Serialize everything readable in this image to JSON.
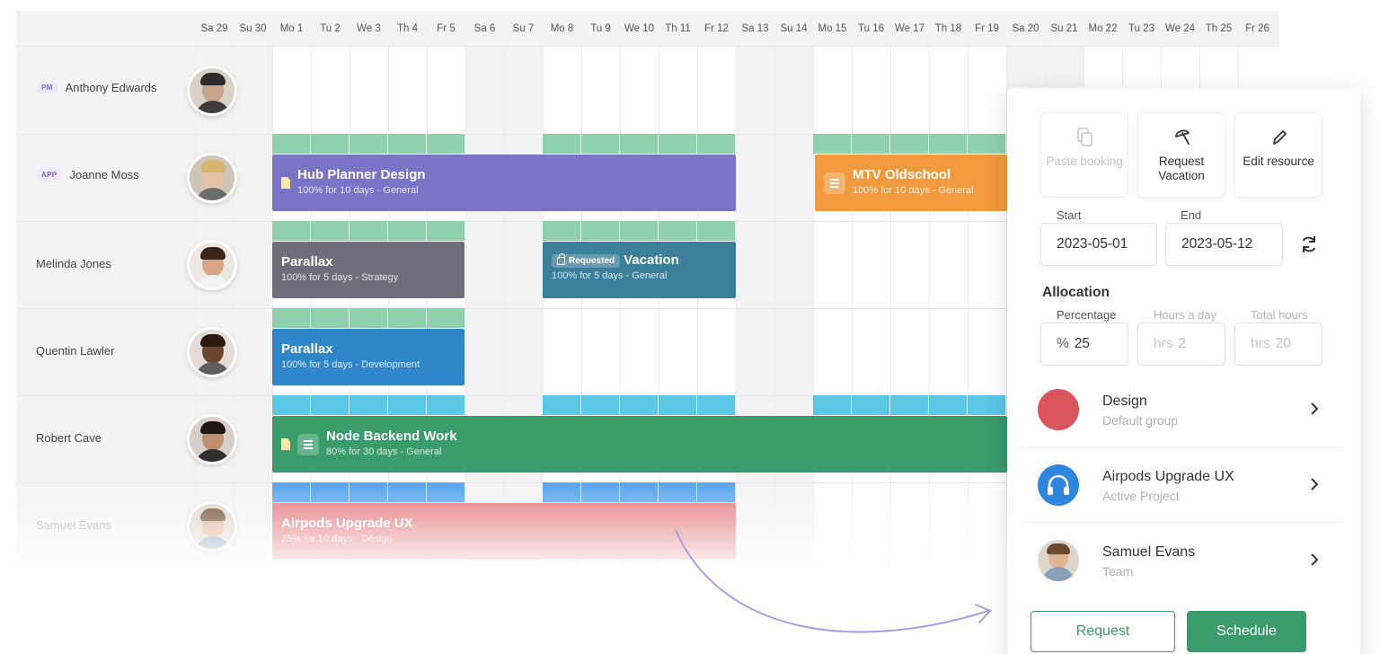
{
  "days": [
    "Sa 29",
    "Su 30",
    "Mo 1",
    "Tu 2",
    "We 3",
    "Th 4",
    "Fr 5",
    "Sa 6",
    "Su 7",
    "Mo 8",
    "Tu 9",
    "We 10",
    "Th 11",
    "Fr 12",
    "Sa 13",
    "Su 14",
    "Mo 15",
    "Tu 16",
    "We 17",
    "Th 18",
    "Fr 19",
    "Sa 20",
    "Su 21",
    "Mo 22",
    "Tu 23",
    "We 24",
    "Th 25",
    "Fr 26"
  ],
  "resources": [
    {
      "name": "Anthony Edwards",
      "badge": "PM"
    },
    {
      "name": "Joanne Moss",
      "badge": "APP"
    },
    {
      "name": "Melinda Jones",
      "badge": ""
    },
    {
      "name": "Quentin Lawler",
      "badge": ""
    },
    {
      "name": "Robert Cave",
      "badge": ""
    },
    {
      "name": "Samuel Evans",
      "badge": ""
    }
  ],
  "bookings": {
    "hub_planner": {
      "title": "Hub Planner Design",
      "sub": "100% for 10 days - General",
      "color": "#7b74c6"
    },
    "mtv": {
      "title": "MTV Oldschool",
      "sub": "100% for 10 days - General",
      "color": "#f19a3e"
    },
    "parallax_strategy": {
      "title": "Parallax",
      "sub": "100% for 5 days - Strategy",
      "color": "#6e6f7a"
    },
    "vacation": {
      "chip": "Requested",
      "title": "Vacation",
      "sub": "100% for 5 days - General",
      "color": "#3b7f9a"
    },
    "parallax_dev": {
      "title": "Parallax",
      "sub": "100% for 5 days - Development",
      "color": "#2f86c8"
    },
    "node_backend": {
      "title": "Node Backend Work",
      "sub": "80% for 30 days - General",
      "color": "#3a9b6b"
    },
    "airpods": {
      "title": "Airpods Upgrade UX",
      "sub": "25% for 10 days - Design",
      "color": "#e57b80"
    }
  },
  "capacity_colors": {
    "green": "#8fd1ad",
    "cyan": "#5bc8e6",
    "blue": "#5aa8ee"
  },
  "panel": {
    "actions": {
      "paste": "Paste booking",
      "vacation": "Request Vacation",
      "edit": "Edit resource"
    },
    "start_label": "Start",
    "start_value": "2023-05-01",
    "end_label": "End",
    "end_value": "2023-05-12",
    "allocation_title": "Allocation",
    "percentage_label": "Percentage",
    "percentage_unit": "%",
    "percentage_value": "25",
    "hours_label": "Hours a day",
    "hours_unit": "hrs",
    "hours_value": "2",
    "total_label": "Total hours",
    "total_unit": "hrs",
    "total_value": "20",
    "list": [
      {
        "title": "Design",
        "sub": "Default group",
        "color": "#d9555b"
      },
      {
        "title": "Airpods Upgrade UX",
        "sub": "Active Project",
        "color": "#2e86de"
      },
      {
        "title": "Samuel Evans",
        "sub": "Team"
      }
    ],
    "request_label": "Request",
    "schedule_label": "Schedule"
  }
}
